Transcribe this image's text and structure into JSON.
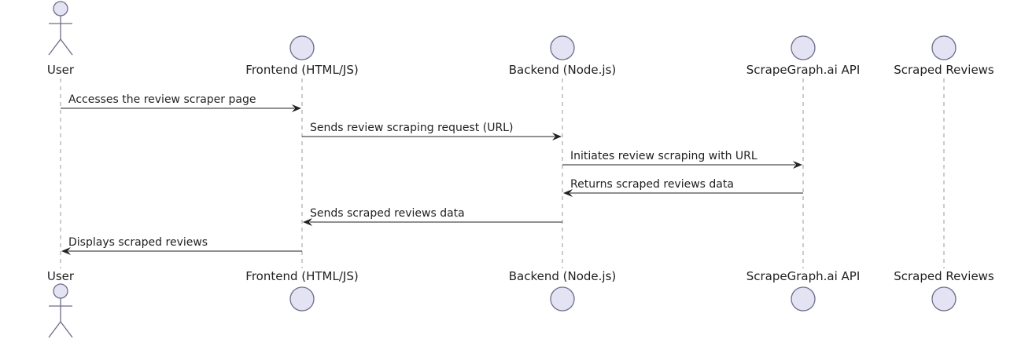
{
  "diagram": {
    "participants": [
      {
        "id": "user",
        "label": "User",
        "shape": "actor"
      },
      {
        "id": "frontend",
        "label": "Frontend (HTML/JS)",
        "shape": "entity"
      },
      {
        "id": "backend",
        "label": "Backend (Node.js)",
        "shape": "entity"
      },
      {
        "id": "api",
        "label": "ScrapeGraph.ai API",
        "shape": "entity"
      },
      {
        "id": "reviews",
        "label": "Scraped Reviews",
        "shape": "entity"
      }
    ],
    "messages": [
      {
        "from": "user",
        "to": "frontend",
        "label": "Accesses the review scraper page"
      },
      {
        "from": "frontend",
        "to": "backend",
        "label": "Sends review scraping request (URL)"
      },
      {
        "from": "backend",
        "to": "api",
        "label": "Initiates review scraping with URL"
      },
      {
        "from": "api",
        "to": "backend",
        "label": "Returns scraped reviews data"
      },
      {
        "from": "backend",
        "to": "frontend",
        "label": "Sends scraped reviews data"
      },
      {
        "from": "frontend",
        "to": "user",
        "label": "Displays scraped reviews"
      }
    ],
    "colors": {
      "shape_fill": "#e3e3f3",
      "shape_stroke": "#6d6d8a",
      "lifeline": "#999999",
      "arrow": "#222222"
    }
  }
}
